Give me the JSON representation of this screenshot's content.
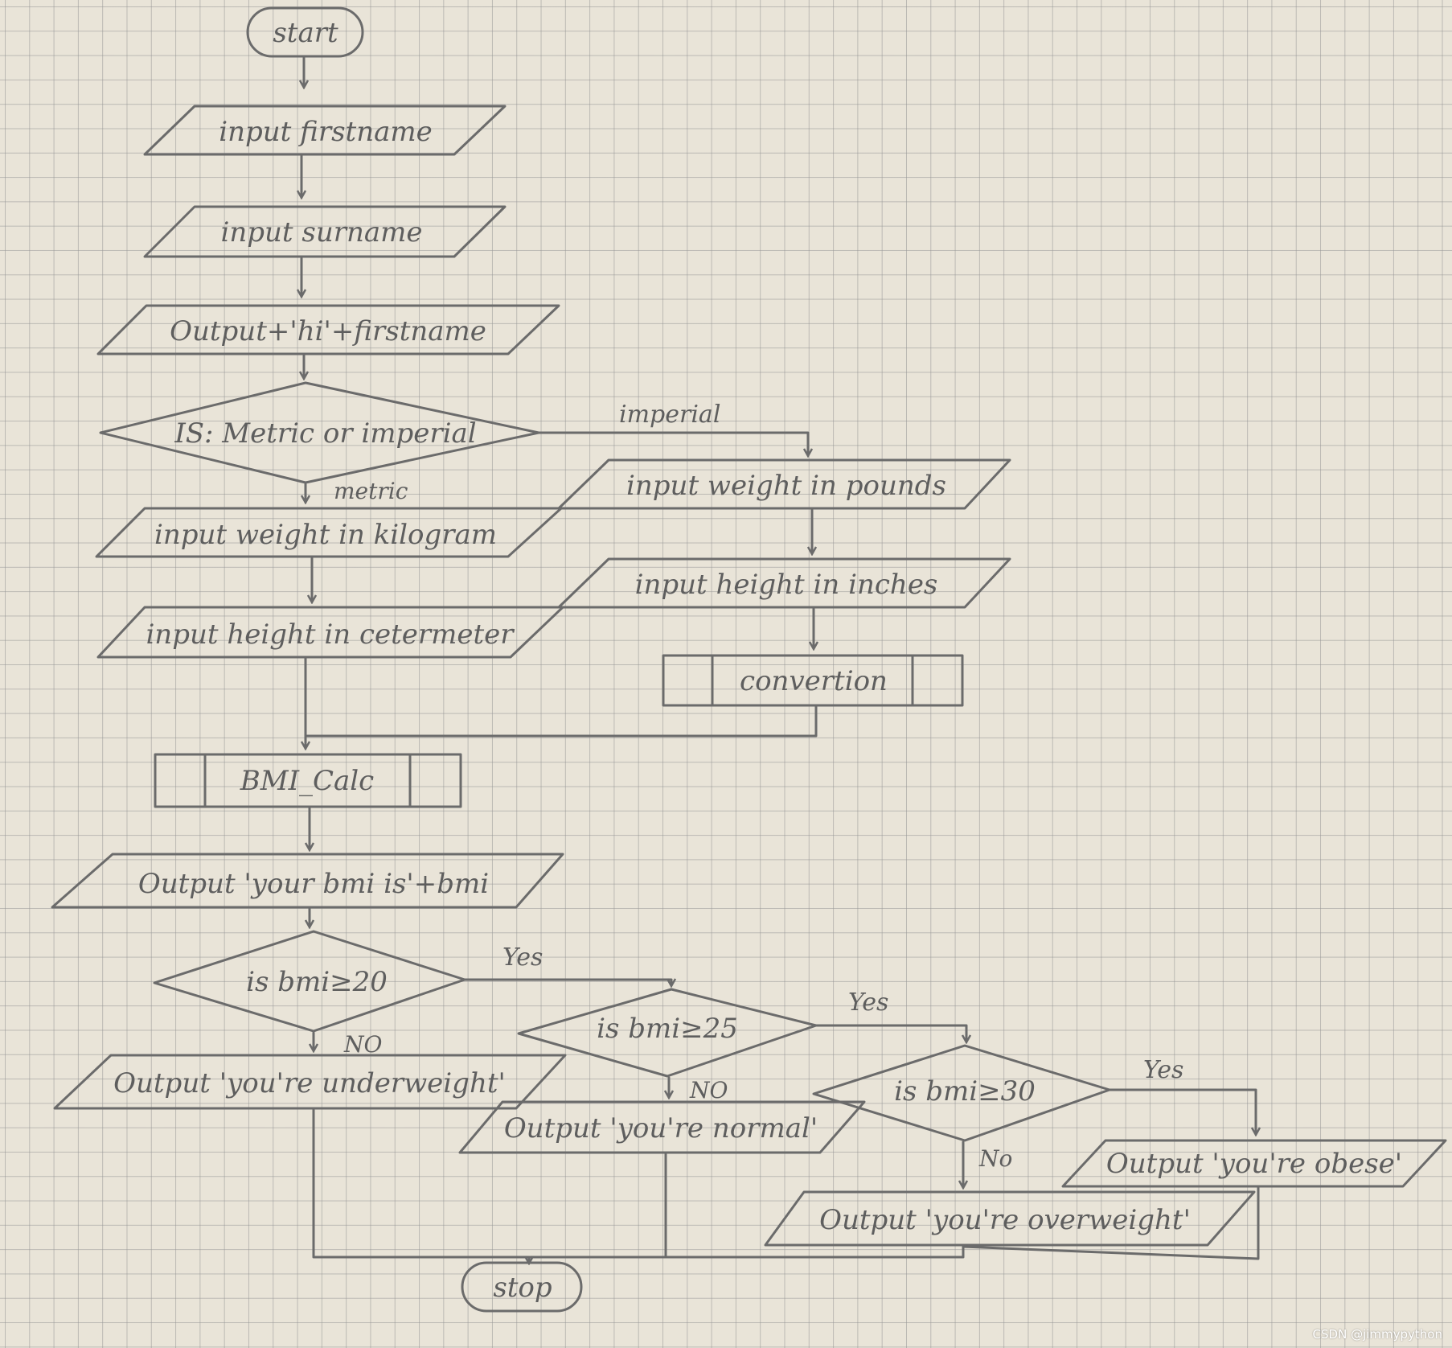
{
  "nodes": {
    "start": "start",
    "input_firstname": "input firstname",
    "input_surname": "input surname",
    "output_hi": "Output+'hi'+firstname",
    "decision_unit": "IS: Metric or imperial",
    "input_weight_kg": "input weight in kilogram",
    "input_height_cm": "input height in cetermeter",
    "input_weight_lb": "input weight in pounds",
    "input_height_in": "input height in inches",
    "conversion": "convertion",
    "bmi_calc": "BMI_Calc",
    "output_bmi": "Output 'your bmi is'+bmi",
    "decision_20": "is bmi≥20",
    "decision_25": "is bmi≥25",
    "decision_30": "is bmi≥30",
    "output_underweight": "Output 'you're underweight'",
    "output_normal": "Output 'you're normal'",
    "output_overweight": "Output 'you're overweight'",
    "output_obese": "Output 'you're obese'",
    "stop": "stop"
  },
  "edges": {
    "imperial": "imperial",
    "metric": "metric",
    "yes_20": "Yes",
    "no_20": "NO",
    "yes_25": "Yes",
    "no_25": "NO",
    "yes_30": "Yes",
    "no_30": "No"
  },
  "watermark": "CSDN @jimmypython",
  "colors": {
    "paper": "#e9e4d8",
    "grid": "#969696",
    "ink": "#6b6b6b"
  }
}
